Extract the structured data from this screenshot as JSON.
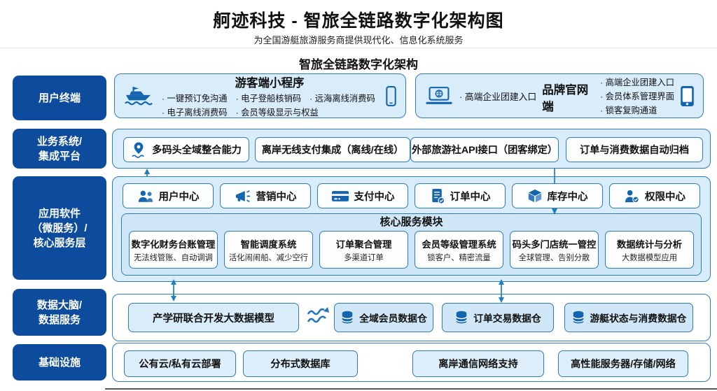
{
  "header": {
    "title": "舸迹科技 - 智旅全链路数字化架构图",
    "subtitle": "为全国游艇旅游服务商提供现代化、信息化系统服务",
    "section_title": "智旅全链路数字化架构"
  },
  "colors": {
    "sidebar_blue": "#0d4c9d",
    "border_blue": "#2e7cc0",
    "panel_fill": "#d9ecfa",
    "icon_blue": "#1464ae",
    "arrow_blue": "#1b7fc2"
  },
  "sidebar": {
    "rows": [
      {
        "lines": [
          "用户终端"
        ]
      },
      {
        "lines": [
          "业务系统/",
          "集成平台"
        ]
      },
      {
        "lines": [
          "应用软件",
          "（微服务）/",
          "核心服务层"
        ]
      },
      {
        "lines": [
          "数据大脑/",
          "数据服务"
        ]
      },
      {
        "lines": [
          "基础设施"
        ]
      }
    ]
  },
  "user_terminal": {
    "mini_program": {
      "title": "游客端小程序",
      "bullets_row1": [
        "一键预订免沟通",
        "电子登船核销码",
        "远海离线消费码"
      ],
      "bullets_row2": [
        "电子离线消费码",
        "会员等级显示与权益"
      ]
    },
    "brand_site": {
      "title": "品牌官网端",
      "left_bullet": "高端企业团建入口",
      "bullets": [
        "高端企业团建入口",
        "会员体系管理界面",
        "锁客复购通道"
      ]
    }
  },
  "business_system": {
    "items": [
      "多码头全域整合能力",
      "离岸无线支付集成（离线/在线）",
      "外部旅游社API接口（团客绑定）",
      "订单与消费数据自动归档"
    ]
  },
  "application": {
    "centers": [
      "用户中心",
      "营销中心",
      "支付中心",
      "订单中心",
      "库存中心",
      "权限中心"
    ],
    "core_module": {
      "title": "核心服务模块",
      "items": [
        {
          "title": "数字化财务台账管理",
          "subtitle": "无法线管账、自动调调"
        },
        {
          "title": "智能调度系统",
          "subtitle": "活化闹闹船、减少空行"
        },
        {
          "title": "订单聚合管理",
          "subtitle": "多渠道订单"
        },
        {
          "title": "会员等级管理系统",
          "subtitle": "锁客户、精密流量"
        },
        {
          "title": "码头多门店统一管控",
          "subtitle": "全球管理、告别分散"
        },
        {
          "title": "数据统计与分析",
          "subtitle": "大数据模型应用"
        }
      ]
    }
  },
  "data_brain": {
    "model_label": "产学研联合开发大数据模型",
    "warehouses": [
      "全域会员数据仓",
      "订单交易数据仓",
      "游艇状态与消费数据仓"
    ]
  },
  "infrastructure": {
    "items": [
      "公有云/私有云部署",
      "分布式数据库",
      "离岸通信网络支持",
      "高性能服务器/存储/网络"
    ]
  },
  "icons": {
    "mini_program_left": "yacht-ship",
    "mini_program_right": "smartphone-outline",
    "brand_site_left": "laptop-globe",
    "brand_site_right": "tablet-filled",
    "integration_first": "map-pin-waves",
    "user_center": "users",
    "marketing_center": "megaphone",
    "payment_center": "credit-card",
    "order_center": "receipt-check",
    "inventory_center": "package-box",
    "permission_center": "user-check",
    "warehouse": "database-cylinder",
    "flow": "approx-wave-arrow"
  }
}
